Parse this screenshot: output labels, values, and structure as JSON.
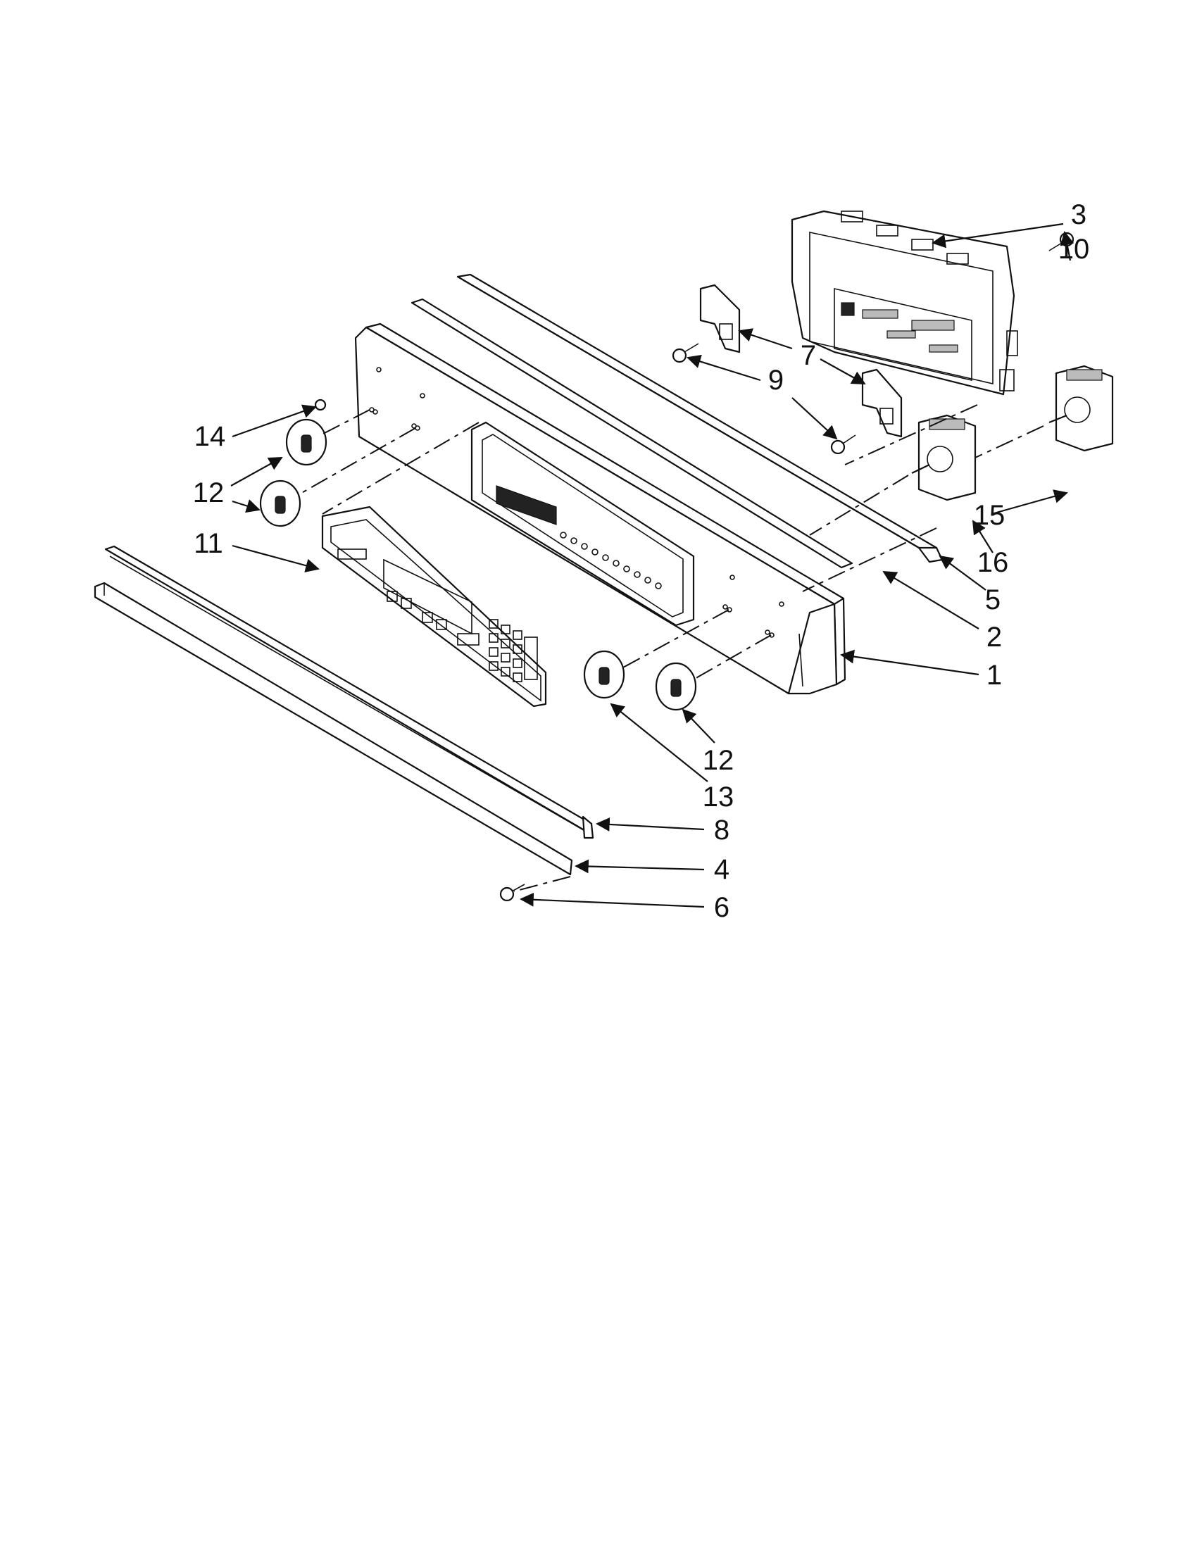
{
  "diagram": {
    "callouts": [
      {
        "id": "c3",
        "number": "3"
      },
      {
        "id": "c10",
        "number": "10"
      },
      {
        "id": "c7",
        "number": "7"
      },
      {
        "id": "c9",
        "number": "9"
      },
      {
        "id": "c14",
        "number": "14"
      },
      {
        "id": "c12a",
        "number": "12"
      },
      {
        "id": "c11",
        "number": "11"
      },
      {
        "id": "c15",
        "number": "15"
      },
      {
        "id": "c16",
        "number": "16"
      },
      {
        "id": "c5",
        "number": "5"
      },
      {
        "id": "c2",
        "number": "2"
      },
      {
        "id": "c1",
        "number": "1"
      },
      {
        "id": "c12b",
        "number": "12"
      },
      {
        "id": "c13",
        "number": "13"
      },
      {
        "id": "c8",
        "number": "8"
      },
      {
        "id": "c4",
        "number": "4"
      },
      {
        "id": "c6",
        "number": "6"
      }
    ]
  }
}
